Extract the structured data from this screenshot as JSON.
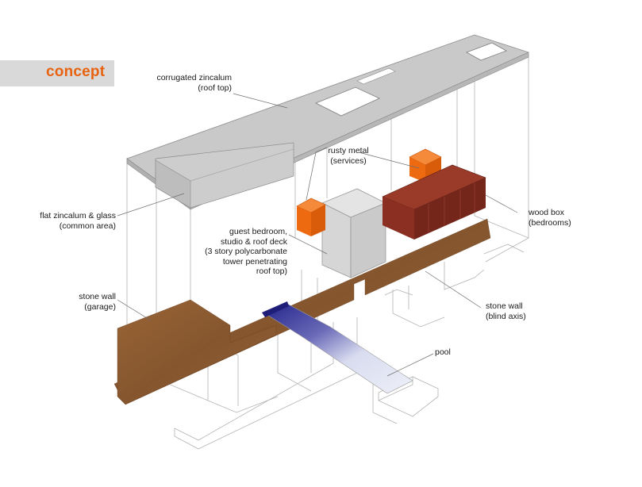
{
  "header": {
    "title": "concept"
  },
  "labels": {
    "roof": [
      "corrugated zincalum",
      "(roof top)"
    ],
    "services": [
      "rusty metal",
      "(services)"
    ],
    "common": [
      "flat zincalum & glass",
      "(common area)"
    ],
    "guest": [
      "guest bedroom,",
      "studio & roof deck",
      "(3 story polycarbonate",
      "tower penetrating",
      "roof top)"
    ],
    "wood": [
      "wood box",
      "(bedrooms)"
    ],
    "garage": [
      "stone wall",
      "(garage)"
    ],
    "blind": [
      "stone wall",
      "(blind axis)"
    ],
    "pool": [
      "pool"
    ]
  },
  "colors": {
    "accent": "#e8620f",
    "roof": "#c8c8c8",
    "rusty_metal": "#ee6a10",
    "wood_box": "#7e2a1f",
    "stone_wall": "#8f5a30",
    "pool": "#2a2a8a",
    "polycarbonate": "#d8d8d8"
  }
}
